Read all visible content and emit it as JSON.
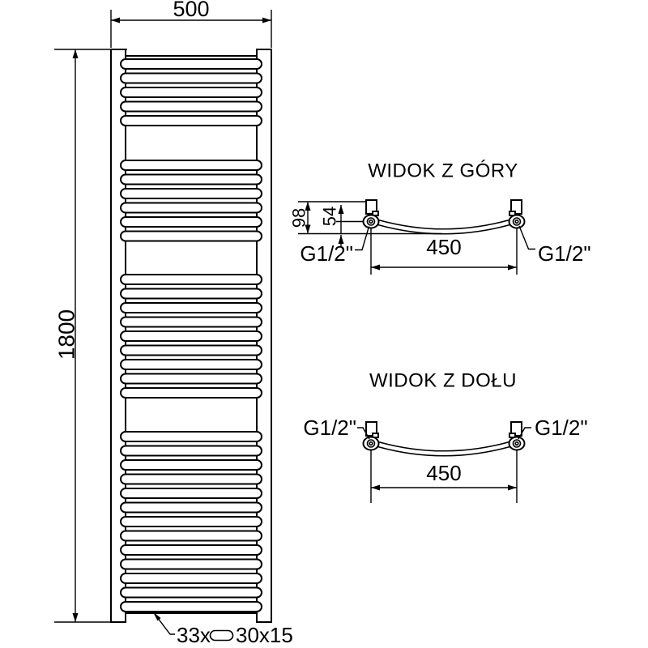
{
  "drawing": {
    "colors": {
      "line": "#000000",
      "background": "#ffffff"
    },
    "front_view": {
      "width_dim": "500",
      "height_dim": "1800",
      "tube_count": 33,
      "tube_groups": [
        5,
        6,
        9,
        13
      ],
      "note_count": "33x",
      "note_profile": "30x15"
    },
    "top_view": {
      "title": "WIDOK Z GÓRY",
      "depth_dim": "98",
      "axis_dim": "54",
      "span_dim": "450",
      "thread_left": "G1/2\"",
      "thread_right": "G1/2\""
    },
    "bottom_view": {
      "title": "WIDOK Z DOŁU",
      "span_dim": "450",
      "thread_left": "G1/2\"",
      "thread_right": "G1/2\""
    }
  }
}
